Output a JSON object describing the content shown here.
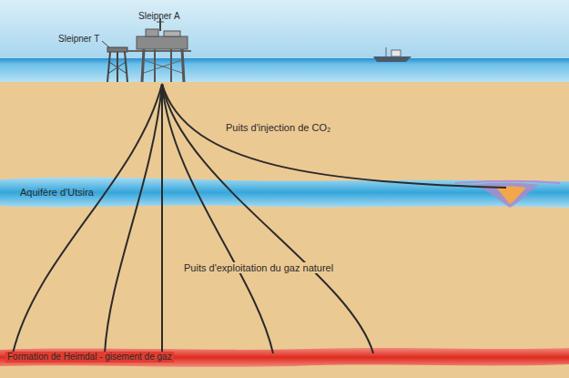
{
  "diagram": {
    "labels": [
      "Sleipner A",
      "Sleipner T",
      "Puits d'injection de CO₂",
      "Aquifère d'Utsira",
      "Puits d'exploitation du gaz naturel",
      "Formation de Heimdal - gisement de gaz"
    ]
  }
}
